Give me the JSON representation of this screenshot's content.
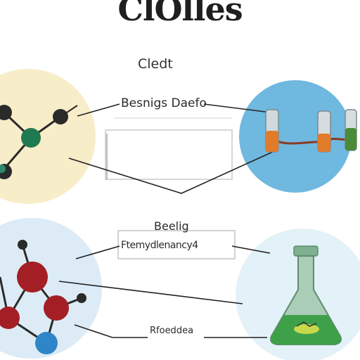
{
  "title": "ClOlles",
  "subtitle": "Cledt",
  "labels": {
    "top_callout": "Besnigs Daefo",
    "middle_heading": "Beelig",
    "middle_callout": "Ftemydlenancy4",
    "bottom_callout": "Rfoeddea"
  },
  "colors": {
    "cream_circle": "#f8edc9",
    "blue_circle": "#6fb8df",
    "light_blue_circle": "#dcebf5",
    "pale_blue_circle": "#e3f1f8",
    "atom_dark": "#2a2a2a",
    "atom_green": "#1f7a52",
    "atom_red": "#a31f25",
    "atom_blue": "#2e86c8",
    "flask_glass": "#7cb08f",
    "flask_liquid": "#3fa04a",
    "lead_line": "#222222"
  },
  "icons": {
    "molecule_top": "molecule-icon",
    "test_tubes": "test-tubes-icon",
    "molecule_bottom": "molecule-model-icon",
    "flask": "erlenmeyer-flask-icon"
  }
}
